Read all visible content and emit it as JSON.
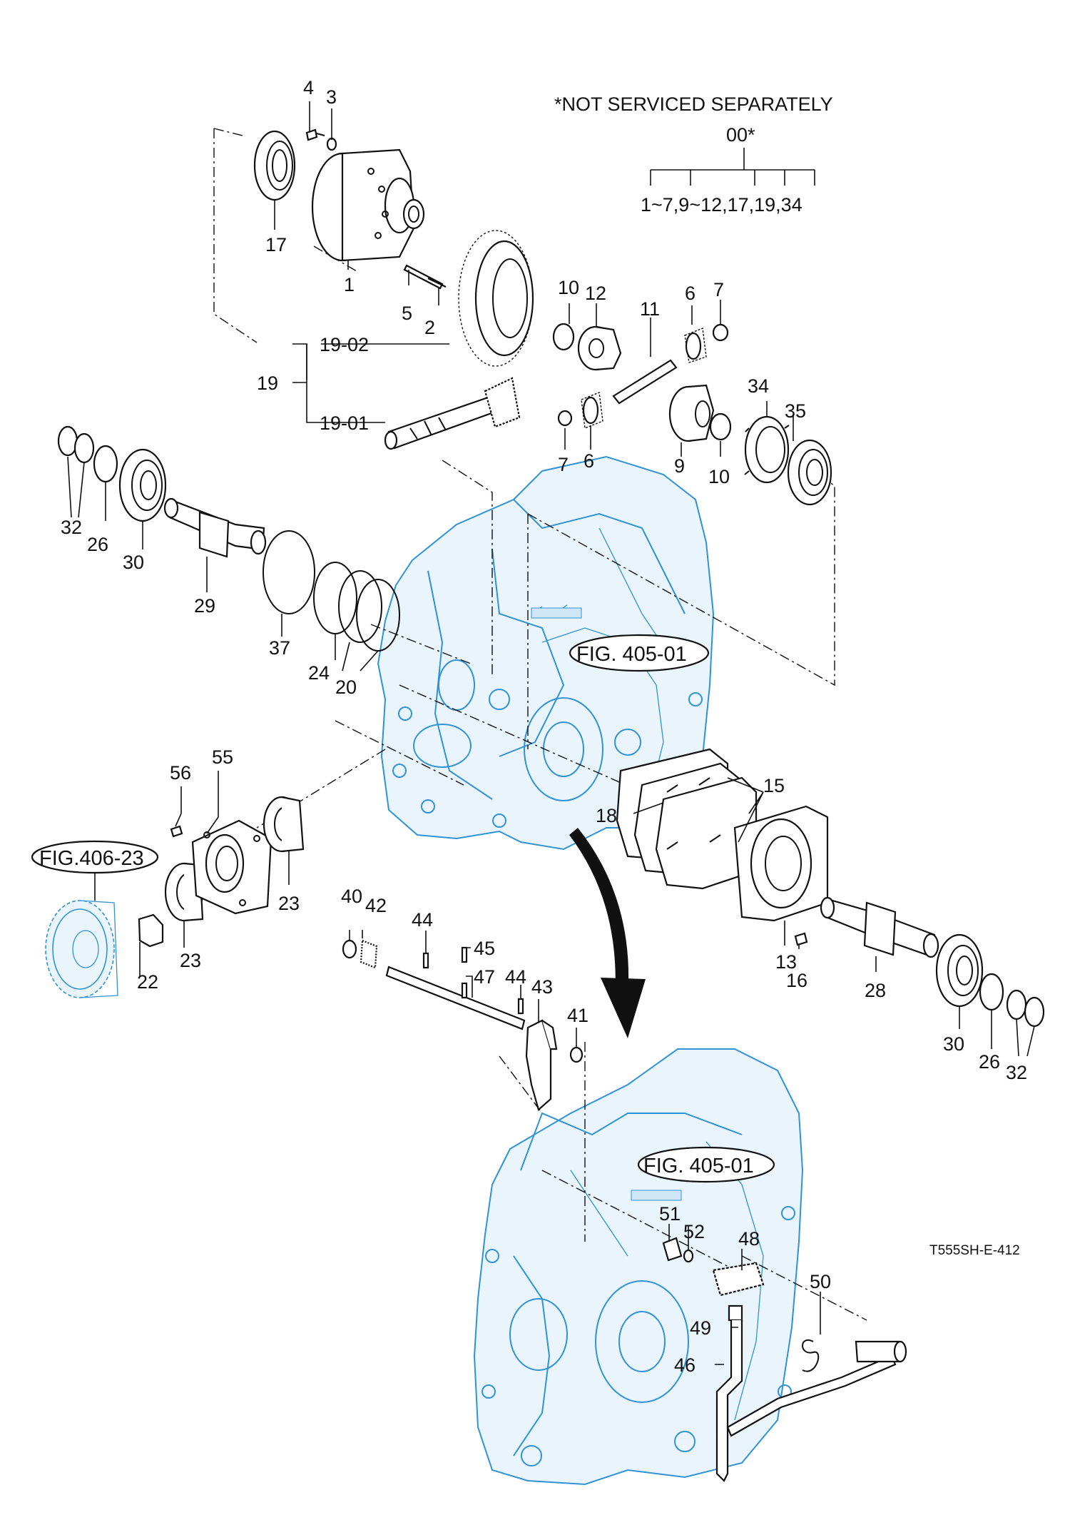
{
  "note": {
    "not_serviced": "*NOT SERVICED SEPARATELY",
    "group_code": "00*",
    "group_members": "1~7,9~12,17,19,34"
  },
  "figure_code": "T555SH-E-412",
  "references": {
    "fig_405_a": "FIG. 405-01",
    "fig_405_b": "FIG. 405-01",
    "fig_406": "FIG.406-23"
  },
  "callouts": {
    "p4": "4",
    "p3": "3",
    "p17": "17",
    "p1": "1",
    "p5": "5",
    "p2": "2",
    "p19_02": "19-02",
    "p19": "19",
    "p19_01": "19-01",
    "p10a": "10",
    "p12": "12",
    "p11": "11",
    "p6a": "6",
    "p7a": "7",
    "p34": "34",
    "p35": "35",
    "p7b": "7",
    "p6b": "6",
    "p9": "9",
    "p10b": "10",
    "p32a": "32",
    "p26a": "26",
    "p30a": "30",
    "p29": "29",
    "p37": "37",
    "p24": "24",
    "p20": "20",
    "p56": "56",
    "p55": "55",
    "p18": "18",
    "p15": "15",
    "p23a": "23",
    "p23b": "23",
    "p22": "22",
    "p40": "40",
    "p42": "42",
    "p44a": "44",
    "p45": "45",
    "p47": "47",
    "p44b": "44",
    "p43": "43",
    "p41": "41",
    "p13": "13",
    "p16": "16",
    "p28": "28",
    "p30b": "30",
    "p26b": "26",
    "p32b": "32",
    "p51": "51",
    "p52": "52",
    "p48": "48",
    "p50": "50",
    "p49": "49",
    "p46": "46"
  },
  "colors": {
    "ink": "#111111",
    "case_outline": "#2f93d6",
    "case_fill": "#e9f4fc",
    "background": "#ffffff"
  }
}
